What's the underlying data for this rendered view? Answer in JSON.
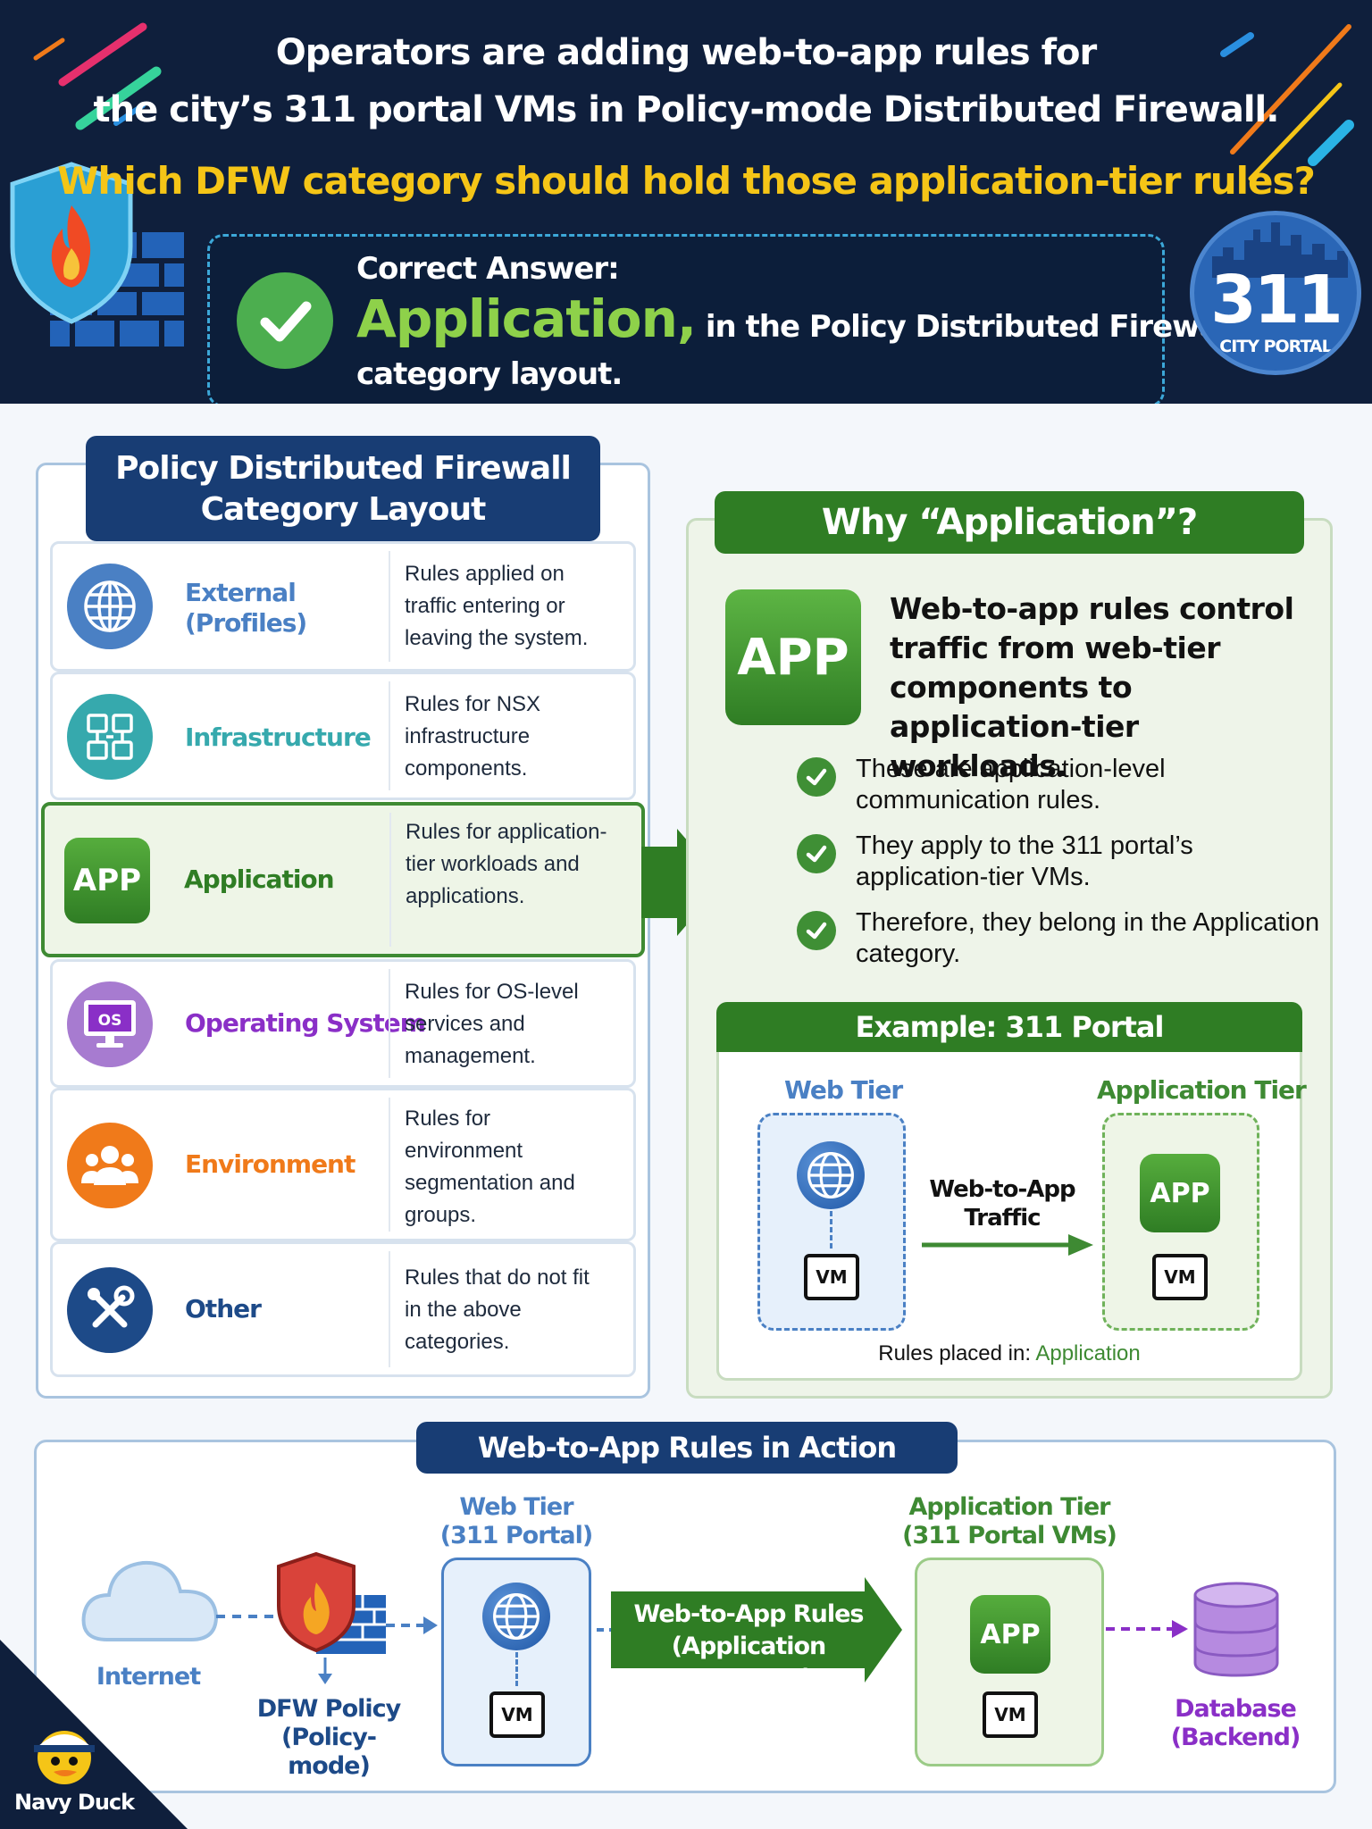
{
  "header": {
    "question_line1": "Operators are adding web-to-app rules for",
    "question_line2": "the city’s 311 portal VMs in Policy-mode Distributed Firewall.",
    "question_line3": "Which DFW category should hold those application-tier rules?",
    "answer_label": "Correct Answer:",
    "answer_main": "Application,",
    "answer_suffix": " in the Policy Distributed Firewall",
    "answer_line2": "category layout.",
    "badge_number": "311",
    "badge_label": "CITY PORTAL"
  },
  "categories": {
    "title_line1": "Policy Distributed Firewall",
    "title_line2": "Category Layout",
    "items": [
      {
        "name_line1": "External",
        "name_line2": "(Profiles)",
        "description": "Rules applied on traffic entering or leaving the system.",
        "icon": "globe-icon",
        "color": "#4a80c4"
      },
      {
        "name_line1": "Infrastructure",
        "name_line2": "",
        "description": "Rules for NSX infrastructure components.",
        "icon": "infrastructure-icon",
        "color": "#36a9ad"
      },
      {
        "name_line1": "Application",
        "name_line2": "",
        "description": "Rules for application-tier workloads and applications.",
        "icon": "app-icon",
        "icon_text": "APP",
        "color": "#3e8a33"
      },
      {
        "name_line1": "Operating System",
        "name_line2": "",
        "description": "Rules for OS-level services and management.",
        "icon": "monitor-os-icon",
        "icon_text": "OS",
        "color": "#8a2fc7"
      },
      {
        "name_line1": "Environment",
        "name_line2": "",
        "description": "Rules for environment segmentation and groups.",
        "icon": "people-group-icon",
        "color": "#f07a1a"
      },
      {
        "name_line1": "Other",
        "name_line2": "",
        "description": "Rules that do not fit in the above categories.",
        "icon": "tools-icon",
        "color": "#1d4a88"
      }
    ]
  },
  "why": {
    "title": "Why “Application”?",
    "app_badge": "APP",
    "intro": "Web-to-app rules control traffic from web-tier components to application-tier workloads.",
    "bullets": [
      "These are application-level communication rules.",
      "They apply to the 311 portal’s application-tier VMs.",
      "Therefore, they belong in the Application category."
    ],
    "example": {
      "title": "Example: 311 Portal",
      "web_tier": "Web Tier",
      "app_tier": "Application Tier",
      "traffic_label_line1": "Web-to-App",
      "traffic_label_line2": "Traffic",
      "vm_label": "VM",
      "app_label": "APP",
      "rules_prefix": "Rules placed in: ",
      "rules_value": "Application"
    }
  },
  "flow": {
    "title": "Web-to-App Rules in Action",
    "internet": "Internet",
    "dfw_line1": "DFW Policy",
    "dfw_line2": "(Policy-mode)",
    "web_tier_line1": "Web Tier",
    "web_tier_line2": "(311 Portal)",
    "rules_line1": "Web-to-App Rules",
    "rules_line2": "(Application Category)",
    "app_tier_line1": "Application Tier",
    "app_tier_line2": "(311 Portal VMs)",
    "app_label": "APP",
    "vm_label": "VM",
    "database_line1": "Database",
    "database_line2": "(Backend)",
    "mascot_label": "Navy Duck"
  },
  "colors": {
    "navy": "#0f1f3c",
    "accent_yellow": "#f5c517",
    "green": "#2f7d24",
    "blue": "#183d74",
    "purple": "#8a2fc7",
    "orange": "#f07a1a",
    "teal": "#36a9ad"
  }
}
